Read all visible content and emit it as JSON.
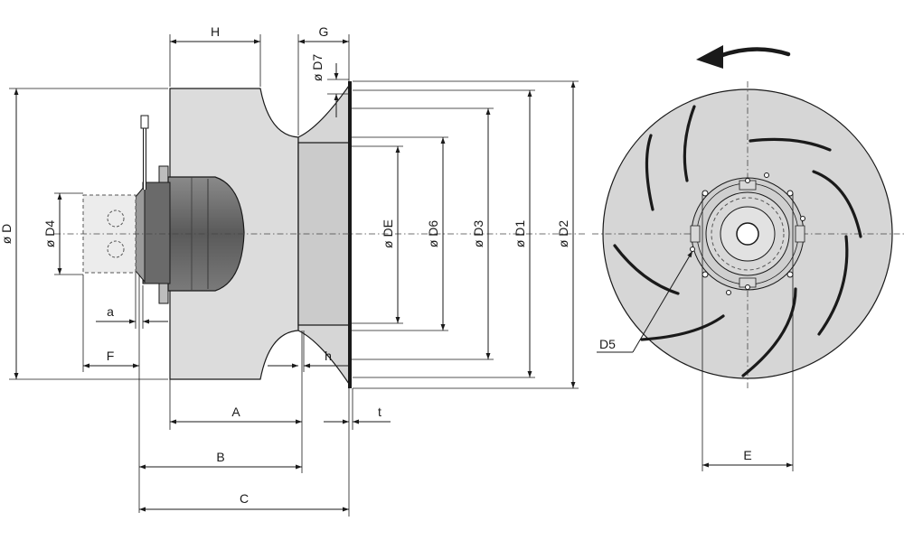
{
  "colors": {
    "housing": "#dcdcdc",
    "housing_dark": "#cfcfcf",
    "motor": "#6e6e6e",
    "motor_dark": "#4f4f4f",
    "line": "#1a1a1a"
  },
  "labels": {
    "H": "H",
    "G": "G",
    "D7": "ø D7",
    "D": "ø D",
    "D4": "ø D4",
    "DE": "ø DE",
    "D6": "ø D6",
    "D3": "ø D3",
    "D1": "ø D1",
    "D2": "ø D2",
    "a": "a",
    "F": "F",
    "h": "h",
    "A": "A",
    "t": "t",
    "B": "B",
    "C": "C",
    "D5": "D5",
    "E": "E"
  },
  "icons": {
    "rotation": "rotation-arrow-icon"
  }
}
